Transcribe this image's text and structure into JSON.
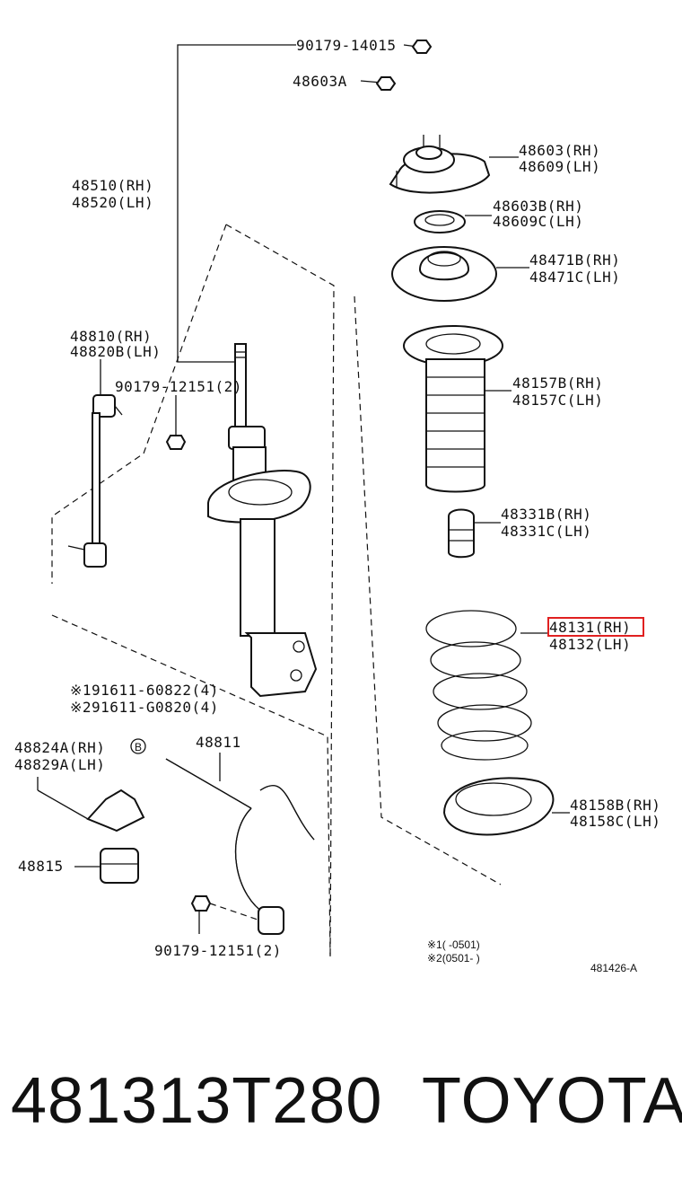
{
  "diagram": {
    "labels": {
      "nut_top_1": "90179-14015",
      "nut_top_2": "48603A",
      "strut_rh": "48510(RH)",
      "strut_lh": "48520(LH)",
      "mount_rh": "48603(RH)",
      "mount_lh": "48609(LH)",
      "bearing_rh": "48603B(RH)",
      "bearing_lh": "48609C(LH)",
      "upper_seat_rh": "48471B(RH)",
      "upper_seat_lh": "48471C(LH)",
      "boot_rh": "48157B(RH)",
      "boot_lh": "48157C(LH)",
      "bumper_rh": "48331B(RH)",
      "bumper_lh": "48331C(LH)",
      "spring_rh": "48131(RH)",
      "spring_lh": "48132(LH)",
      "lower_seat_rh": "48158B(RH)",
      "lower_seat_lh": "48158C(LH)",
      "link_rh": "48810(RH)",
      "link_lh": "48820B(LH)",
      "nut_link": "90179-12151(2)",
      "bolt_1": "※191611-60822(4)",
      "bolt_2": "※291611-G0820(4)",
      "bracket_rh": "48824A(RH)",
      "bracket_lh": "48829A(LH)",
      "bracket_circle": "B",
      "stabilizer_bar": "48811",
      "bushing": "48815",
      "nut_lower": "90179-12151(2)",
      "note_1": "※1(        -0501)",
      "note_2": "※2(0501-        )",
      "ref_code": "481426-A"
    },
    "highlight_label": "48131(RH)"
  },
  "footer": {
    "part_number": "481313T280",
    "brand": "TOYOTA"
  },
  "colors": {
    "line": "#111111",
    "highlight": "#e02020",
    "background": "#ffffff"
  }
}
